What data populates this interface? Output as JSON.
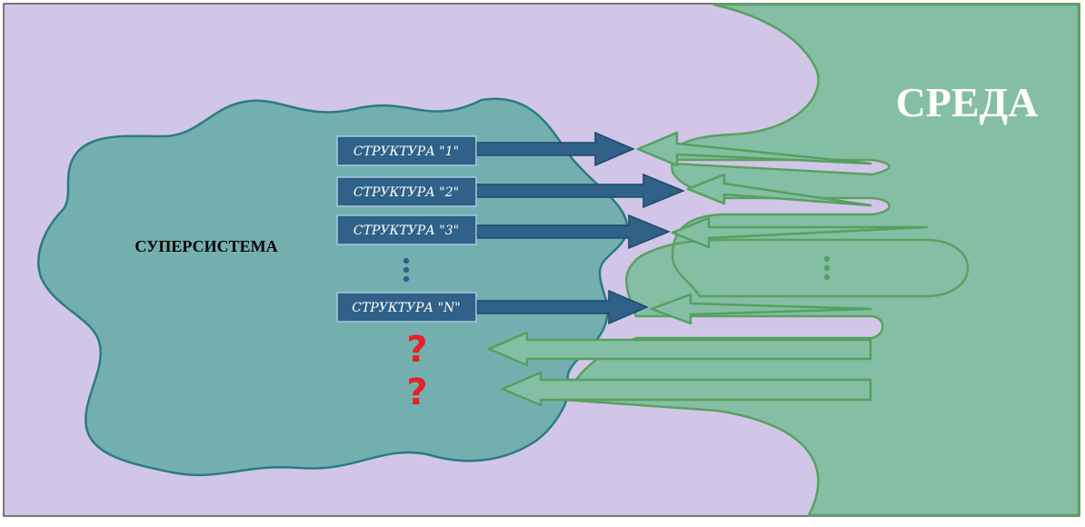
{
  "diagram": {
    "environment_label": "СРЕДА",
    "supersystem_label": "СУПЕРСИСТЕМА",
    "structures": [
      {
        "label": "СТРУКТУРА \"1\""
      },
      {
        "label": "СТРУКТУРА \"2\""
      },
      {
        "label": "СТРУКТУРА \"3\""
      },
      {
        "label": "СТРУКТУРА \"N\""
      }
    ],
    "ellipsis": "⋮",
    "question_marks": [
      "?",
      "?"
    ],
    "colors": {
      "background": "#d1c6e7",
      "environment": "#84bea4",
      "environment_edge": "#5ba060",
      "supersystem": "#74afb0",
      "supersystem_edge": "#2b7b82",
      "structure_box": "#2f6189",
      "arrow_out": "#2f6189",
      "arrow_in_fill": "#84bea4",
      "arrow_in_stroke": "#55a05e",
      "question": "#e52125"
    }
  }
}
